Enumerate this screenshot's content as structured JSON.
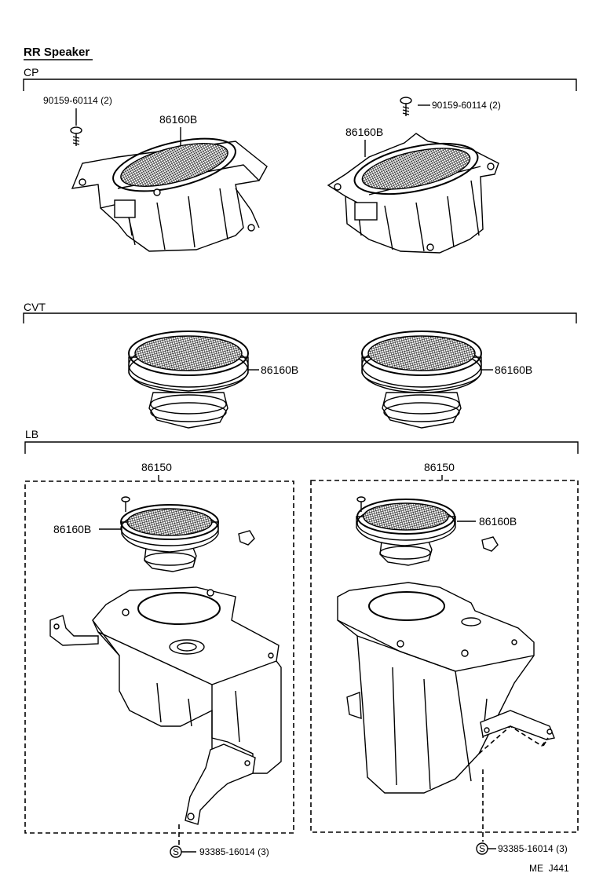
{
  "title": "RR Speaker",
  "sections": {
    "cp": {
      "label": "CP",
      "left_part": "86160B",
      "left_screw": "90159-60114 (2)",
      "right_part": "86160B",
      "right_screw": "90159-60114 (2)"
    },
    "cvt": {
      "label": "CVT",
      "left_part": "86160B",
      "right_part": "86160B"
    },
    "lb": {
      "label": "LB",
      "left_assembly": "86150",
      "left_speaker": "86160B",
      "left_bolt_symbol": "S",
      "left_bolt": "93385-16014 (3)",
      "right_assembly": "86150",
      "right_speaker": "86160B",
      "right_bolt_symbol": "S",
      "right_bolt": "93385-16014 (3)"
    }
  },
  "footer_code": "ME  J441"
}
